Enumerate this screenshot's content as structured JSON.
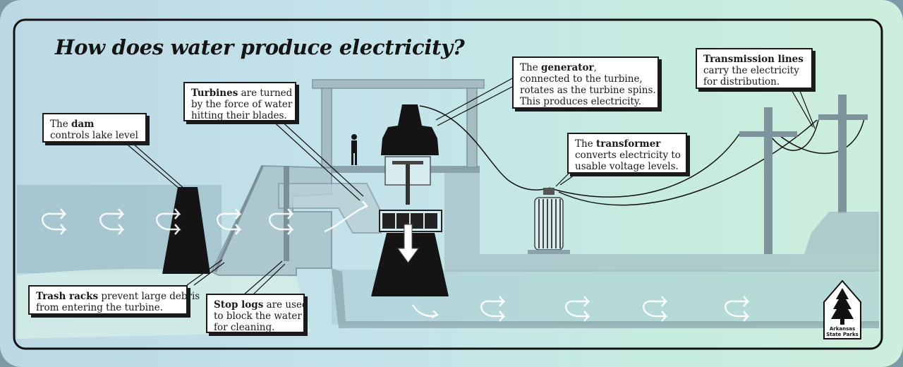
{
  "title": "How does water produce electricity?",
  "colors": {
    "water": "#9fc0c8",
    "panel": "#c4e4ea",
    "structure": "#1a1a1a",
    "concrete": "#8aa2aa"
  },
  "callouts": {
    "dam": {
      "bold": "dam",
      "pre": "The ",
      "post": "",
      "line2": "controls lake level"
    },
    "turbines": {
      "bold": "Turbines",
      "pre": "",
      "post": " are turned",
      "line2": "by the force of water",
      "line3": "hitting their blades."
    },
    "generator": {
      "bold": "generator",
      "pre": "The ",
      "post": ",",
      "line2": "connected to the turbine,",
      "line3": "rotates as the turbine spins.",
      "line4": "This produces electricity."
    },
    "transformer": {
      "bold": "transformer",
      "pre": "The ",
      "post": "",
      "line2": "converts electricity to",
      "line3": "usable voltage levels."
    },
    "transmission": {
      "bold": "Transmission lines",
      "pre": "",
      "post": "",
      "line2": "carry the electricity",
      "line3": "for distribution."
    },
    "trash_racks": {
      "bold": "Trash racks",
      "pre": "",
      "post": " prevent large debris",
      "line2": "from entering the turbine."
    },
    "stop_logs": {
      "bold": "Stop logs",
      "pre": "",
      "post": " are used",
      "line2": "to block the water",
      "line3": "for cleaning."
    }
  },
  "logo": {
    "name": "Arkansas State Parks",
    "icon": "pine-tree-icon"
  }
}
